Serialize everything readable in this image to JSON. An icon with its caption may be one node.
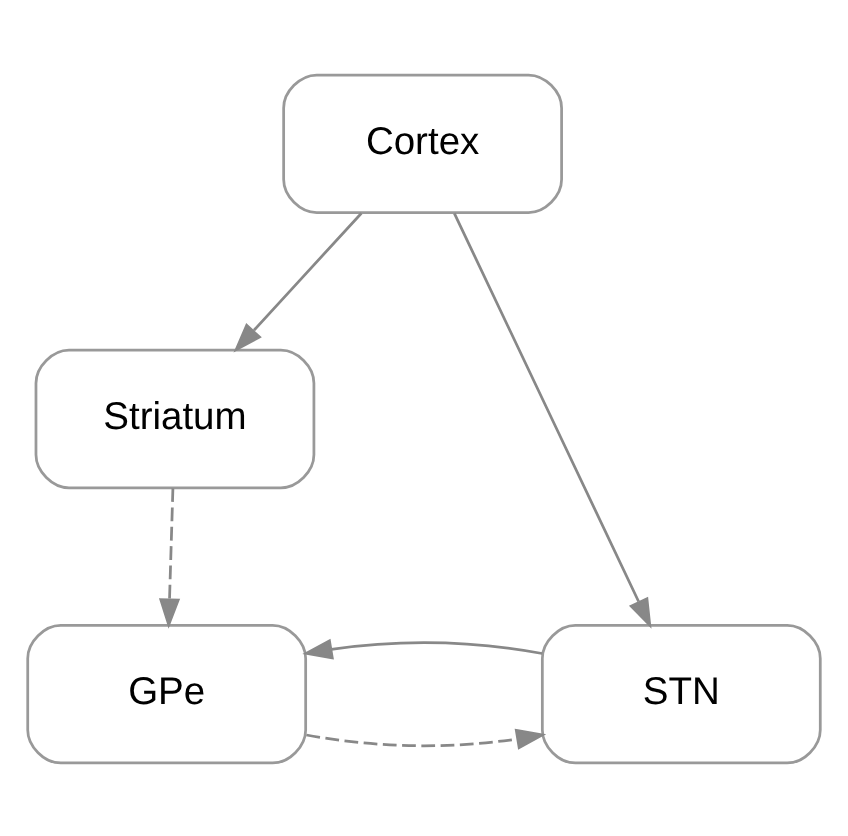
{
  "diagram": {
    "nodes": [
      {
        "text": [
          "Cortex"
        ]
      },
      {
        "text": [
          "Striatum"
        ]
      },
      {
        "text": [
          "STN"
        ]
      },
      {
        "text": [
          "GPe"
        ]
      }
    ],
    "edges": [
      {
        "from": 0,
        "to": 1,
        "arrow": "to"
      },
      {
        "from": 0,
        "to": 2,
        "arrow": "to"
      },
      {
        "from": 1,
        "to": 3,
        "arrow": "to",
        "style": "dashed"
      },
      {
        "from": 3,
        "to": 2,
        "arrow": "to",
        "style": "dashed"
      },
      {
        "from": 2,
        "to": 3,
        "arrow": "to"
      }
    ]
  }
}
